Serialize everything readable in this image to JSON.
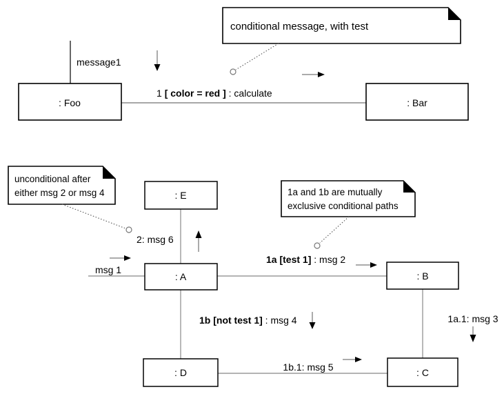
{
  "diagram": {
    "title": "UML collaboration diagram with conditional messages",
    "colors": {
      "stroke": "#000000",
      "link": "#8a8a8a",
      "background": "#ffffff",
      "note_fold": "#000000"
    }
  },
  "upper_section": {
    "objects": [
      {
        "id": "foo",
        "label": ": Foo"
      },
      {
        "id": "bar",
        "label": ": Bar"
      }
    ],
    "notes": [
      {
        "id": "note-conditional",
        "lines": [
          "conditional message, with test"
        ]
      }
    ],
    "messages": [
      {
        "id": "message1",
        "label": "message1",
        "direction": "down"
      },
      {
        "id": "calculate",
        "prefix": "1",
        "guard": "[ color = red ]",
        "suffix": ": calculate",
        "direction": "right"
      }
    ]
  },
  "lower_section": {
    "objects": [
      {
        "id": "e",
        "label": ": E"
      },
      {
        "id": "a",
        "label": ": A"
      },
      {
        "id": "b",
        "label": ": B"
      },
      {
        "id": "c",
        "label": ": C"
      },
      {
        "id": "d",
        "label": ": D"
      }
    ],
    "notes": [
      {
        "id": "note-unconditional",
        "lines": [
          "unconditional after",
          "either msg 2 or msg 4"
        ]
      },
      {
        "id": "note-mutually-exclusive",
        "lines": [
          "1a and  1b are mutually",
          "exclusive conditional paths"
        ]
      }
    ],
    "messages": [
      {
        "id": "msg1",
        "label": "msg 1",
        "direction": "right"
      },
      {
        "id": "msg6",
        "label": "2: msg 6",
        "direction": "up"
      },
      {
        "id": "msg2",
        "bold": "1a [test 1]",
        "rest": ":  msg 2",
        "direction": "right"
      },
      {
        "id": "msg4",
        "bold": "1b [not test 1]",
        "rest": ": msg 4",
        "direction": "down"
      },
      {
        "id": "msg3",
        "label": "1a.1: msg 3",
        "direction": "down"
      },
      {
        "id": "msg5",
        "label": "1b.1: msg 5",
        "direction": "right"
      }
    ]
  }
}
